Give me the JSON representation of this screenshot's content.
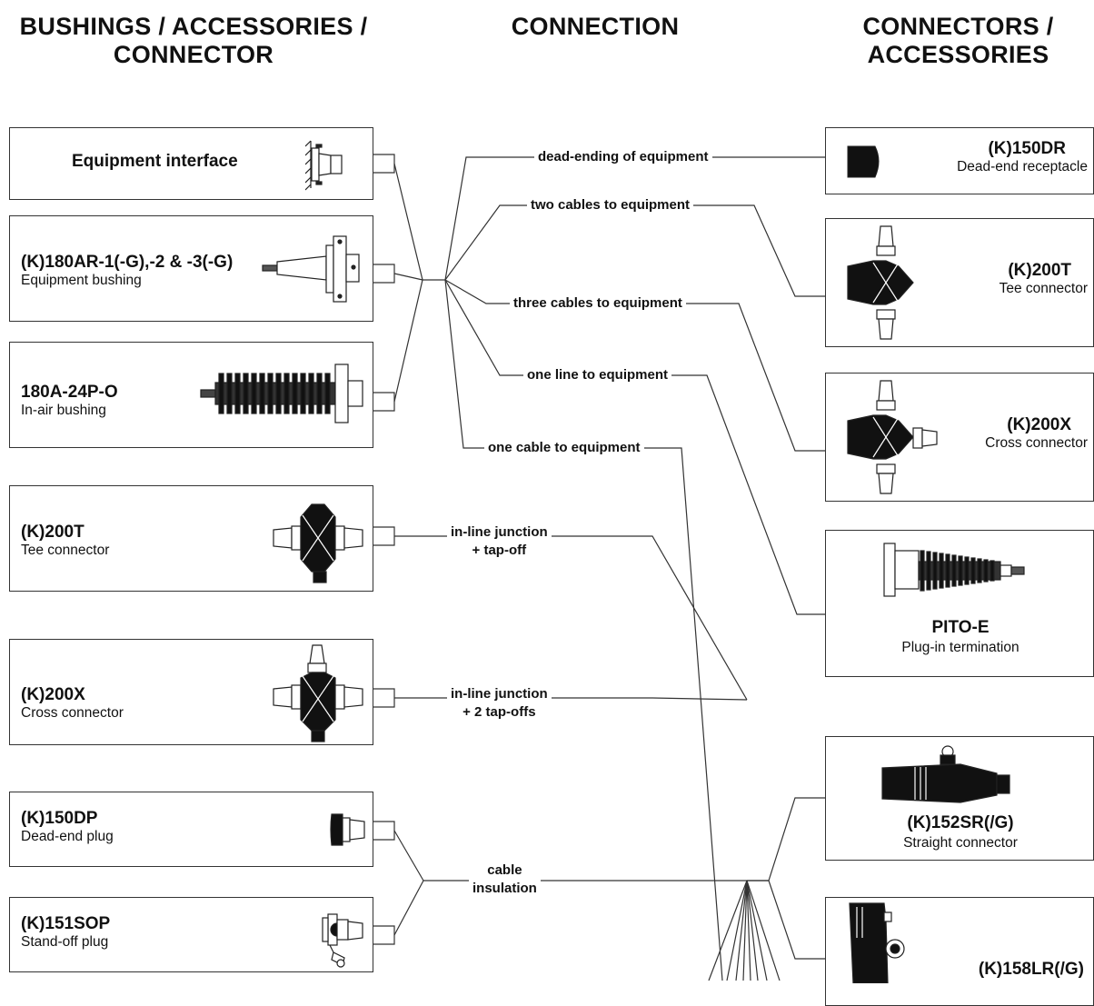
{
  "headers": {
    "left": [
      "BUSHINGS / ACCESSORIES /",
      "CONNECTOR"
    ],
    "center": "CONNECTION",
    "right": [
      "CONNECTORS /",
      "ACCESSORIES"
    ]
  },
  "left_boxes": [
    {
      "name": "Equipment interface",
      "desc": ""
    },
    {
      "name": "(K)180AR-1(-G),-2 & -3(-G)",
      "desc": "Equipment bushing"
    },
    {
      "name": "180A-24P-O",
      "desc": "In-air bushing"
    },
    {
      "name": "(K)200T",
      "desc": "Tee connector"
    },
    {
      "name": "(K)200X",
      "desc": "Cross connector"
    },
    {
      "name": "(K)150DP",
      "desc": "Dead-end plug"
    },
    {
      "name": "(K)151SOP",
      "desc": "Stand-off plug"
    }
  ],
  "connections": {
    "dead_ending": "dead-ending of equipment",
    "two_cables": "two cables to equipment",
    "three_cables": "three cables to equipment",
    "one_line": "one line to equipment",
    "one_cable": "one cable to equipment",
    "inline_tap": [
      "in-line junction",
      "+ tap-off"
    ],
    "inline_2taps": [
      "in-line junction",
      "+ 2 tap-offs"
    ],
    "cable_insulation": [
      "cable",
      "insulation"
    ]
  },
  "right_boxes": [
    {
      "name": "(K)150DR",
      "desc": "Dead-end receptacle"
    },
    {
      "name": "(K)200T",
      "desc": "Tee connector"
    },
    {
      "name": "(K)200X",
      "desc": "Cross connector"
    },
    {
      "name": "PITO-E",
      "desc": "Plug-in termination"
    },
    {
      "name": "(K)152SR(/G)",
      "desc": "Straight connector"
    },
    {
      "name": "(K)158LR(/G)",
      "desc": ""
    }
  ]
}
